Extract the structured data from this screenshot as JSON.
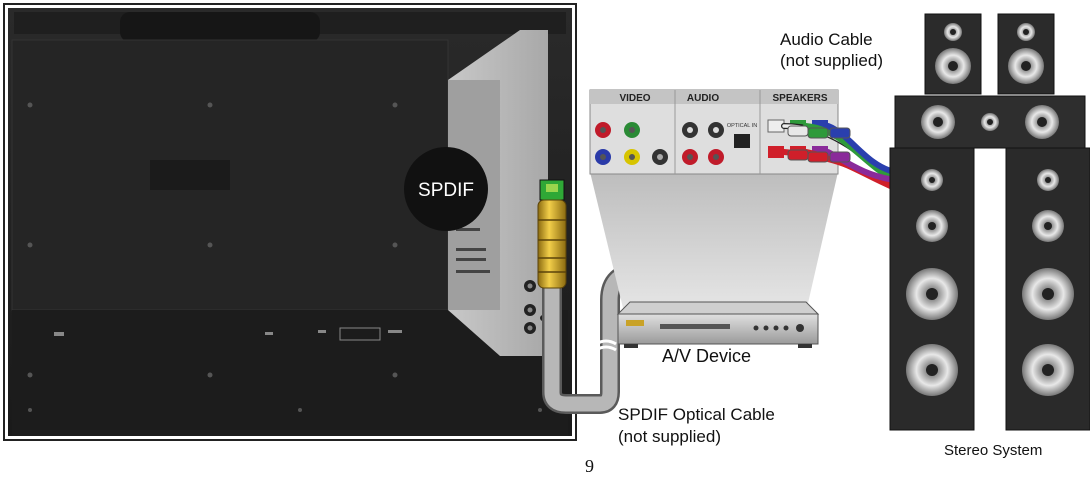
{
  "labels": {
    "spdif_badge": "SPDIF",
    "audio_cable_line1": "Audio Cable",
    "audio_cable_line2": "(not supplied)",
    "av_device": "A/V Device",
    "optical_cable_line1_bold": "SPDIF",
    "optical_cable_line1_rest": " Optical Cable",
    "optical_cable_line2": "(not supplied)",
    "stereo_system": "Stereo System",
    "page_number": "9"
  },
  "panel": {
    "video": "VIDEO",
    "audio": "AUDIO",
    "speakers": "SPEAKERS",
    "optical_in": "OPTICAL IN"
  },
  "colors": {
    "tv_dark": "#222222",
    "optical_cable": "#a9a9a9",
    "connector_gold": "#d9a81f",
    "speaker_cable_white": "#eeeeee",
    "speaker_cable_red": "#d01f2a",
    "speaker_cable_green": "#2e9a3a",
    "speaker_cable_blue": "#2a3fae",
    "speaker_cable_purple": "#8a2a9a"
  }
}
